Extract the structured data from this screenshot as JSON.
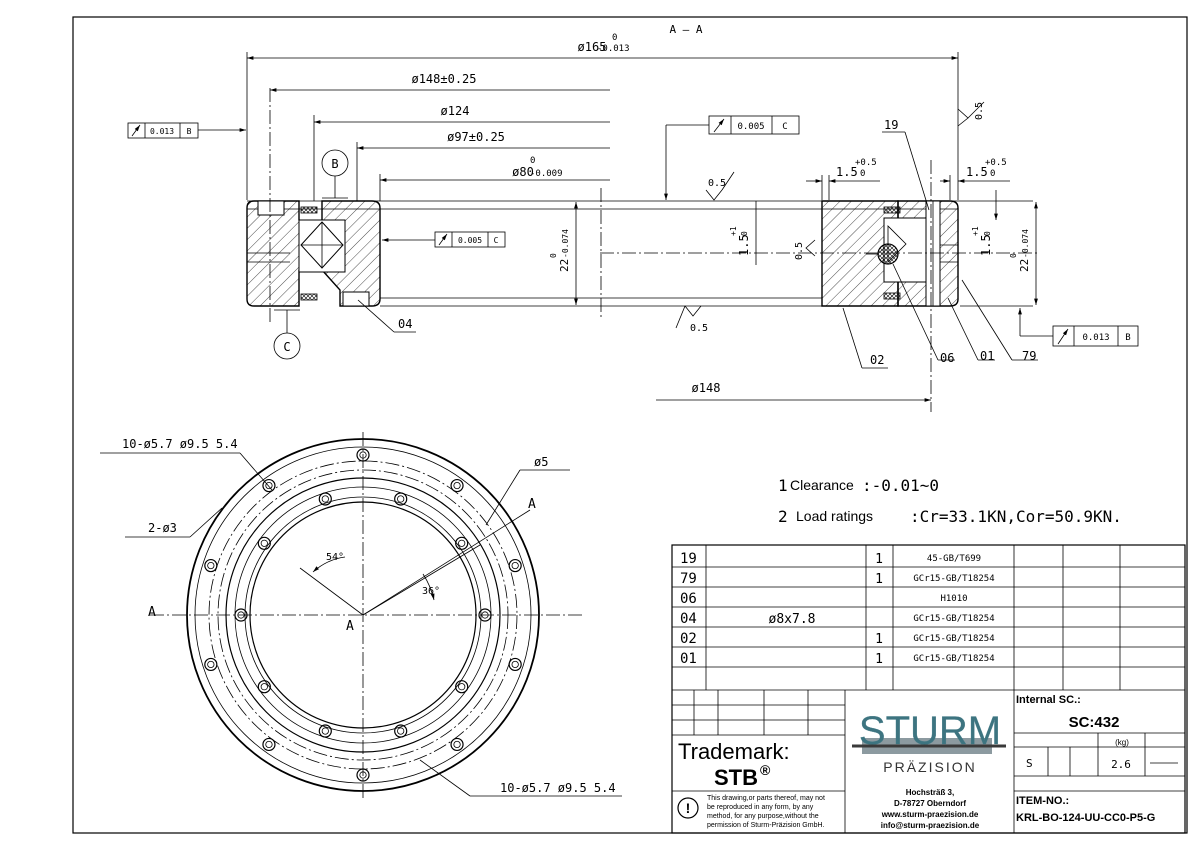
{
  "section": {
    "label": "A — A"
  },
  "dims": {
    "d165": "ø165",
    "d165_tol_up": "0",
    "d165_tol_dn": "-0.013",
    "d148": "ø148±0.25",
    "d124": "ø124",
    "d97": "ø97±0.25",
    "d80": "ø80",
    "d80_tol_up": "0",
    "d80_tol_dn": "-0.009",
    "h22": "22",
    "h22_tol_up": "0",
    "h22_tol_dn": "-0.074",
    "h15": "1.5",
    "h15_tol_up": "+1",
    "h15_tol_dn": "0",
    "w15": "1.5",
    "w15_tol_up": "+0.5",
    "w15_tol_dn": "0",
    "d148b": "ø148",
    "rough": "0.5",
    "holes_top": "10-ø5.7     ø9.5  5.4",
    "holes_bot": "10-ø5.7    ø9.5  5.4",
    "pin": "2-ø3",
    "d5": "ø5",
    "ang54": "54°",
    "ang36": "36°",
    "axis_a": "A"
  },
  "tolerances": {
    "runout_b_top": {
      "value": "0.013",
      "datum": "B"
    },
    "runout_c_top": {
      "value": "0.005",
      "datum": "C"
    },
    "runout_c_mid": {
      "value": "0.005",
      "datum": "C"
    },
    "runout_b_bot": {
      "value": "0.013",
      "datum": "B"
    }
  },
  "datums": {
    "b": "B",
    "c": "C"
  },
  "balloons": [
    "19",
    "04",
    "02",
    "06",
    "01",
    "79"
  ],
  "notes": {
    "clearance_num": "1",
    "clearance_label": "Clearance",
    "clearance_value": ":-0.01~0",
    "load_num": "2",
    "load_label": "Load ratings",
    "load_value": ":Cr=33.1KN,Cor=50.9KN."
  },
  "bom": [
    {
      "item": "19",
      "spec": "",
      "qty": "1",
      "material": "45-GB/T699"
    },
    {
      "item": "79",
      "spec": "",
      "qty": "1",
      "material": "GCr15-GB/T18254"
    },
    {
      "item": "06",
      "spec": "",
      "qty": "",
      "material": "H1010"
    },
    {
      "item": "04",
      "spec": "ø8x7.8",
      "qty": "",
      "material": "GCr15-GB/T18254"
    },
    {
      "item": "02",
      "spec": "",
      "qty": "1",
      "material": "GCr15-GB/T18254"
    },
    {
      "item": "01",
      "spec": "",
      "qty": "1",
      "material": "GCr15-GB/T18254"
    }
  ],
  "title_block": {
    "trademark_label": "Trademark:",
    "trademark_value": "STB",
    "trademark_reg": "®",
    "logo_main": "STURM",
    "logo_sub": "PRÄZISION",
    "address_1": "Hochsträß 3,",
    "address_2": "D-78727 Oberndorf",
    "web": "www.sturm-praezision.de",
    "email": "info@sturm-praezision.de",
    "disclaimer_1": "This drawing,or parts thereof, may not",
    "disclaimer_2": "be reproduced in any form, by any",
    "disclaimer_3": "method, for any purpose,without the",
    "disclaimer_4": "permission of Sturm-Präzision GmbH.",
    "internal_label": "Internal SC.:",
    "internal_value": "SC:432",
    "weight_unit": "(kg)",
    "scale_label": "S",
    "weight_value": "2.6",
    "item_label": "ITEM-NO.:",
    "item_value": "KRL-BO-124-UU-CC0-P5-G"
  }
}
